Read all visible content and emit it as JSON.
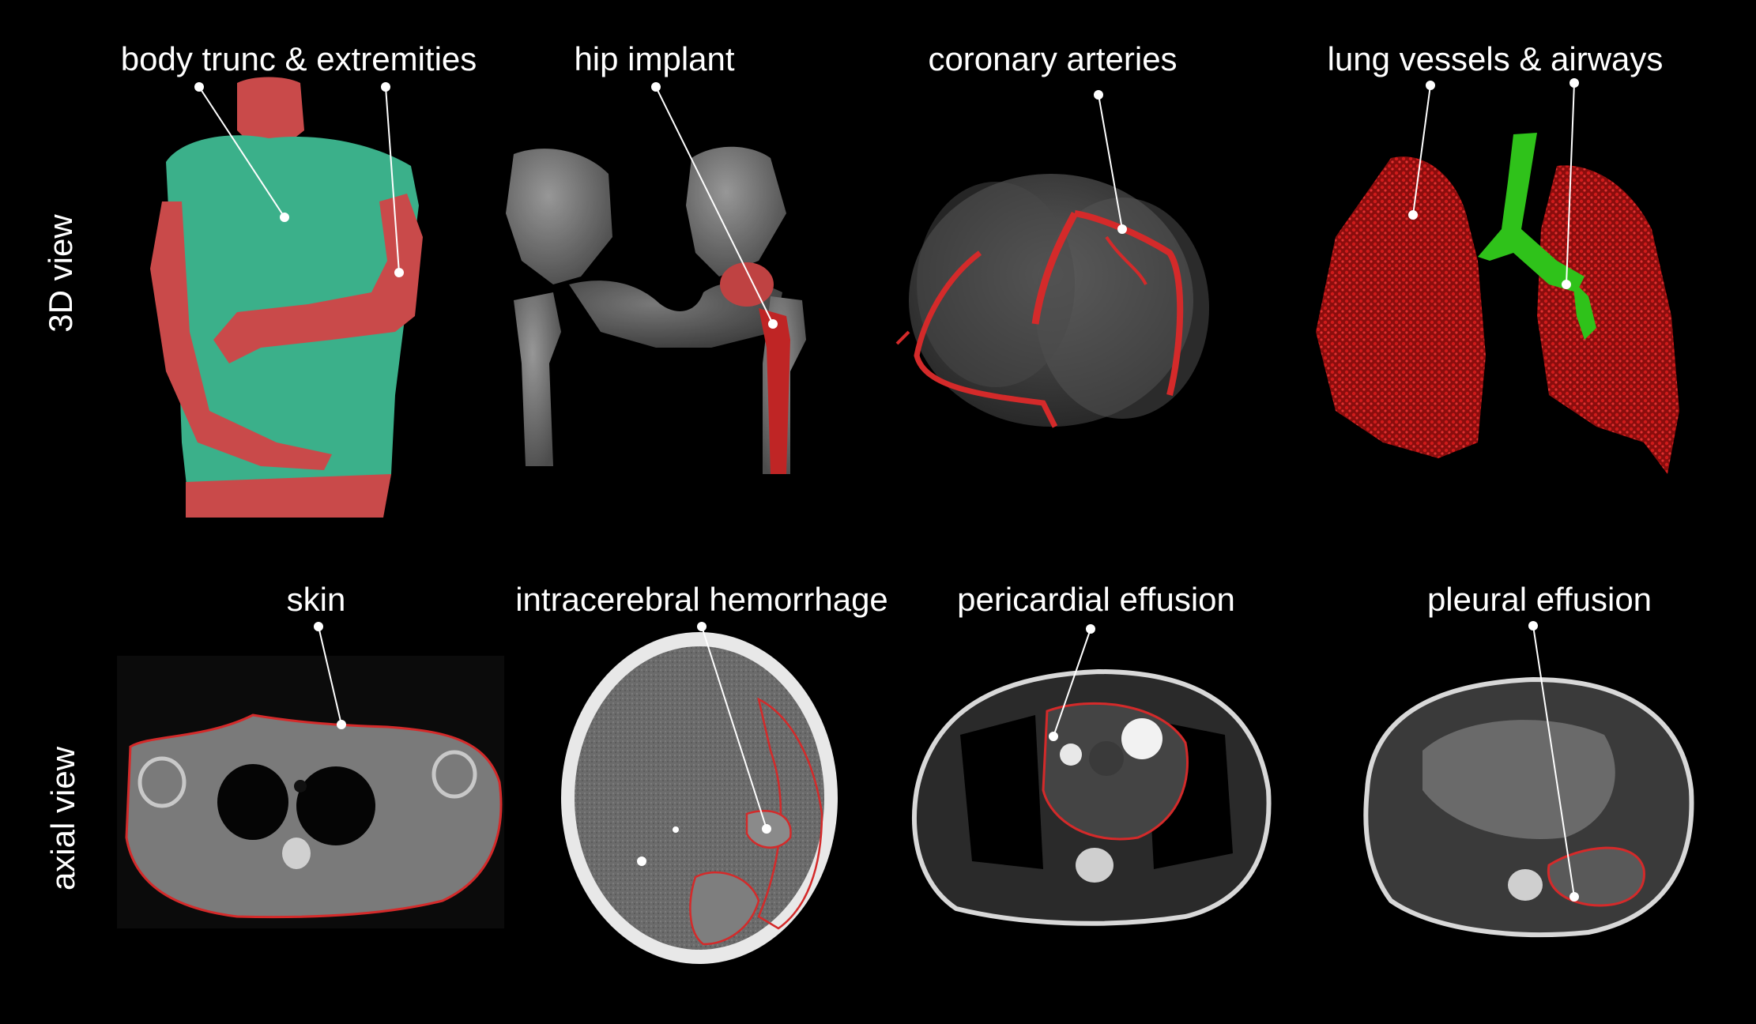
{
  "row_labels": {
    "top": "3D view",
    "bottom": "axial view"
  },
  "panels_3d": [
    {
      "label": "body trunc & extremities",
      "depicts": "3D rendering of torso (green) with arms and head (red)"
    },
    {
      "label": "hip implant",
      "depicts": "3D rendering of pelvis and femurs (gray) with implant (red)"
    },
    {
      "label": "coronary arteries",
      "depicts": "3D rendering of heart (gray) with coronary arteries (red)"
    },
    {
      "label": "lung vessels & airways",
      "depicts": "3D rendering of lung vessels (red) and airways (green)"
    }
  ],
  "panels_axial": [
    {
      "label": "skin",
      "depicts": "axial CT slice of upper chest with skin outline in red"
    },
    {
      "label": "intracerebral hemorrhage",
      "depicts": "axial CT slice of head with hemorrhage outlined in red"
    },
    {
      "label": "pericardial effusion",
      "depicts": "axial CT slice of chest with pericardial effusion outlined in red"
    },
    {
      "label": "pleural effusion",
      "depicts": "axial CT slice of lower chest with pleural effusion outlined in red"
    }
  ],
  "colors": {
    "background": "#000000",
    "text": "#ffffff",
    "segmentation_red": "#d42a2a",
    "segmentation_green": "#35b38a",
    "airway_green": "#2fc21a",
    "bone_gray": "#8c8c8c"
  }
}
